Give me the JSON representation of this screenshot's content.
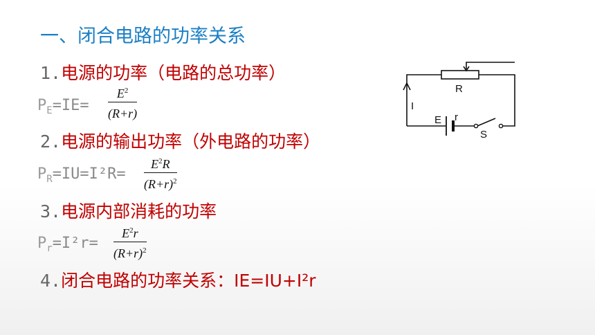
{
  "title": "一、闭合电路的功率关系",
  "items": [
    {
      "num": "1.",
      "heading": "电源的功率（电路的总功率）",
      "eq_lead": "P",
      "eq_sub": "E",
      "eq_mid": "=IE=",
      "frac_num_base": "E",
      "frac_num_sup": "2",
      "frac_num_tail": "",
      "frac_den": "(R+r)",
      "frac_den_sup": ""
    },
    {
      "num": "2.",
      "heading": "电源的输出功率（外电路的功率）",
      "eq_lead": "P",
      "eq_sub": "R",
      "eq_mid": "=IU=I²R=",
      "frac_num_base": "E",
      "frac_num_sup": "2",
      "frac_num_tail": "R",
      "frac_den": "(R+r)",
      "frac_den_sup": "2"
    },
    {
      "num": "3.",
      "heading": "电源内部消耗的功率",
      "eq_lead": "P",
      "eq_sub": "r",
      "eq_mid": "=I²r=",
      "frac_num_base": "E",
      "frac_num_sup": "2",
      "frac_num_tail": "r",
      "frac_den": "(R+r)",
      "frac_den_sup": "2"
    },
    {
      "num": "4.",
      "heading": "闭合电路的功率关系：IE=IU+I²r"
    }
  ],
  "circuit": {
    "label_R": "R",
    "label_I": "I",
    "label_E": "E",
    "label_r": "r",
    "label_S": "S"
  },
  "colors": {
    "title": "#1b7fc4",
    "heading": "#c00000",
    "equation": "#9a9a9a"
  }
}
